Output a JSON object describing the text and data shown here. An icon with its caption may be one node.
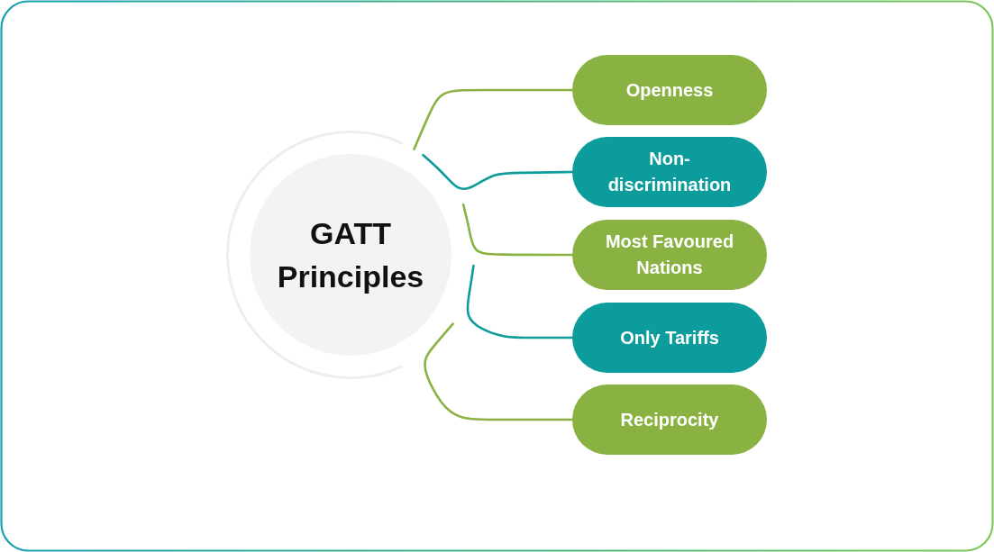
{
  "diagram": {
    "nodes": [
      {
        "text": [
          "GATT Principles"
        ]
      },
      {
        "text": [
          "Openness"
        ]
      },
      {
        "text": [
          "Non-discrimination"
        ]
      },
      {
        "text": [
          "Most Favoured Nations"
        ]
      },
      {
        "text": [
          "Only Tariffs"
        ]
      },
      {
        "text": [
          "Reciprocity"
        ]
      }
    ],
    "edges": [
      {
        "from": 0,
        "to": 1,
        "arrow": "none"
      },
      {
        "from": 0,
        "to": 2,
        "arrow": "none",
        "color": "#0b9c9b"
      },
      {
        "from": 0,
        "to": 3,
        "arrow": "none"
      },
      {
        "from": 0,
        "to": 4,
        "arrow": "none",
        "color": "#0b9c9b"
      },
      {
        "from": 0,
        "to": 5,
        "arrow": "none"
      }
    ]
  }
}
